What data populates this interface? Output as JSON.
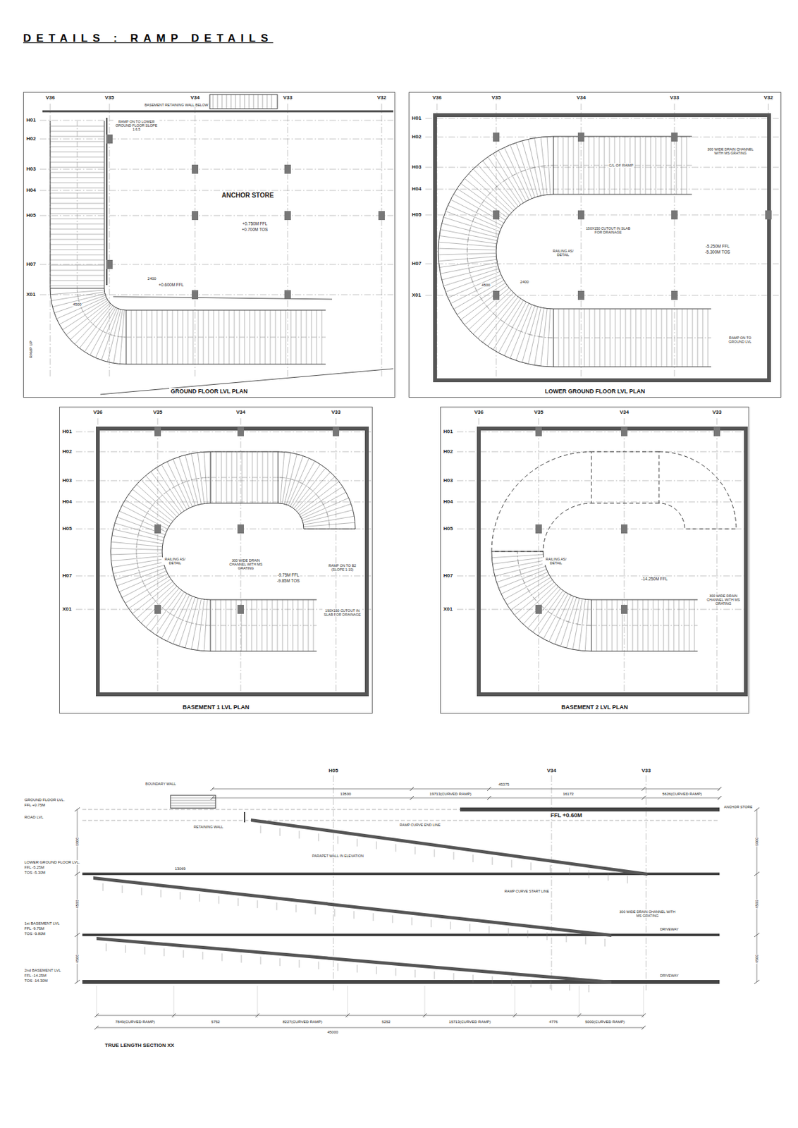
{
  "diagram": {
    "title": "DETAILS : RAMP DETAILS",
    "nodes": [
      {
        "text": [
          "GROUND FLOOR LVL PLAN"
        ]
      },
      {
        "text": [
          "LOWER GROUND FLOOR LVL PLAN"
        ]
      },
      {
        "text": [
          "BASEMENT 1 LVL PLAN"
        ]
      },
      {
        "text": [
          "BASEMENT 2 LVL PLAN"
        ]
      }
    ],
    "labels": [
      "V36",
      "V35",
      "V34",
      "V33",
      "V32",
      "H01",
      "H02",
      "H03",
      "H04",
      "H05",
      "H07",
      "X01",
      "ANCHOR STORE",
      "+0.750M FFL",
      "+0.700M TOS",
      "+0.600M FFL",
      "RAMP UP",
      "4500",
      "2400",
      "BASEMENT RETAINING WALL BELOW",
      "RAMP ON TO LOWER GROUND FLOOR SLOPE 1:6.5",
      "V36",
      "V35",
      "V34",
      "V33",
      "V32",
      "H01",
      "H02",
      "H03",
      "H04",
      "H05",
      "H07",
      "X01",
      "C/L OF RAMP",
      "300 WIDE DRAIN CHANNEL WITH MS GRATING",
      "150X150 CUTOUT IN SLAB FOR DRAINAGE",
      "RAILING AS/ DETAIL",
      "-5.250M FFL",
      "-5.300M TOS",
      "4500",
      "2400",
      "RAMP ON TO GROUND LVL",
      "V36",
      "V35",
      "V34",
      "V33",
      "H01",
      "H02",
      "H03",
      "H04",
      "H05",
      "H07",
      "X01",
      "-9.75M FFL",
      "-9.85M TOS",
      "RAILING AS/ DETAIL",
      "300 WIDE DRAIN CHANNEL WITH MS GRATING",
      "RAMP ON TO B2 (SLOPE 1:10)",
      "150X150 CUTOUT IN SLAB FOR DRAINAGE",
      "V36",
      "V35",
      "V34",
      "V33",
      "H01",
      "H02",
      "H03",
      "H04",
      "H05",
      "H07",
      "X01",
      "-14.250M FFL",
      "RAILING AS/ DETAIL",
      "300 WIDE DRAIN CHANNEL WITH MS GRATING",
      "GROUND FLOOR LVL.",
      "FFL +0.75M",
      "ROAD LVL",
      "LOWER GROUND FLOOR LVL.",
      "FFL -5.25M",
      "TOS -5.30M",
      "1st BASEMENT LVL",
      "FFL -9.75M",
      "TOS -9.80M",
      "2nd BASEMENT LVL",
      "FFL -14.25M",
      "TOS -14.30M",
      "H05",
      "V34",
      "V33",
      "45375",
      "13500",
      "19713(CURVED RAMP)",
      "16172",
      "5626(CURVED RAMP)",
      "FFL +0.60M",
      "ANCHOR STORE",
      "BOUNDARY WALL",
      "RETAINING WALL",
      "PARAPET WALL IN ELEVATION",
      "13069",
      "RAMP CURVE END LINE",
      "RAMP CURVE START LINE",
      "300 WIDE DRAIN CHANNEL WITH MS GRATING",
      "DRIVEWAY",
      "DRIVEWAY",
      "6000",
      "4500",
      "4500",
      "6000",
      "4500",
      "4500",
      "7849(CURVED RAMP)",
      "5752",
      "8227(CURVED RAMP)",
      "5252",
      "15713(CURVED RAMP)",
      "4776",
      "5000(CURVED RAMP)",
      "45000",
      "TRUE LENGTH SECTION XX"
    ]
  }
}
